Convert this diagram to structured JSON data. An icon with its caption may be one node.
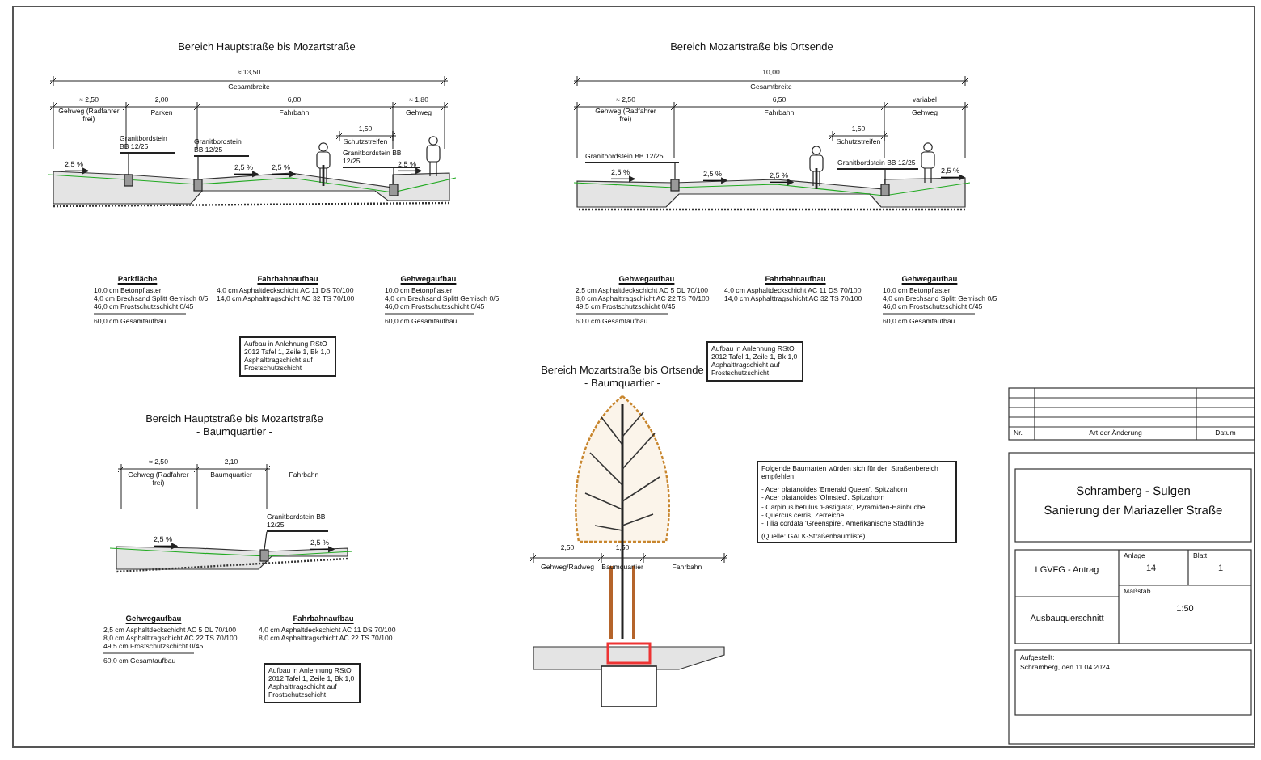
{
  "diagram": {
    "nodes": [
      {
        "text": [
          "Aufbau in Anlehnung RStO 2012 Tafel 1, Zeile 1, Bk 1,0 Asphalttragschicht auf Frostschutzschicht"
        ]
      },
      {
        "text": [
          "Aufbau in Anlehnung RStO 2012 Tafel 1, Zeile 1, Bk 1,0 Asphalttragschicht auf Frostschutzschicht"
        ]
      },
      {
        "text": [
          "Aufbau in Anlehnung RStO 2012 Tafel 1, Zeile 1, Bk 1,0 Asphalttragschicht auf Frostschutzschicht"
        ]
      },
      {
        "text": [
          "Folgende Baumarten würden sich für den Straßenbereich empfehlen:",
          "- Acer platanoides 'Emerald Queen', Spitzahorn",
          "- Acer platanoides 'Olmsted', Spitzahorn",
          "- Carpinus betulus 'Fastigiata', Pyramiden-Hainbuche",
          "- Quercus cerris, Zerreiche",
          "- Tilia cordata 'Greenspire', Amerikanische Stadtlinde",
          "(Quelle: GALK-Straßenbaumliste)"
        ]
      },
      {
        "text": [
          "Granitbordstein BB 12/25"
        ]
      },
      {
        "text": [],
        "shape": "box"
      },
      {
        "text": [
          "Granitbordstein BB 12/25"
        ]
      },
      {
        "text": [],
        "shape": "box"
      },
      {
        "text": [
          "Granitbordstein BB 12/25"
        ]
      },
      {
        "text": [],
        "shape": "box"
      },
      {
        "text": [
          "Granitbordstein BB 12/25"
        ]
      },
      {
        "text": [],
        "shape": "box"
      },
      {
        "text": [
          "Granitbordstein BB 12/25"
        ]
      },
      {
        "text": [],
        "shape": "box"
      },
      {
        "text": [
          "Granitbordstein BB 12/25"
        ]
      },
      {
        "text": [],
        "shape": "box"
      }
    ],
    "edges": [
      {
        "from": 4,
        "to": 5,
        "arrow": "none"
      },
      {
        "from": 6,
        "to": 7,
        "arrow": "none"
      },
      {
        "from": 8,
        "to": 9,
        "arrow": "none"
      },
      {
        "from": 10,
        "to": 11,
        "arrow": "none"
      },
      {
        "from": 12,
        "to": 13,
        "arrow": "none"
      },
      {
        "from": 14,
        "to": 15,
        "arrow": "none"
      }
    ],
    "labels": [
      "Bereich Hauptstraße bis Mozartstraße",
      "≈ 13,50",
      "Gesamtbreite",
      "≈ 2,50",
      "Gehweg (Radfahrer frei)",
      "2,00",
      "Parken",
      "6,00",
      "Fahrbahn",
      "≈ 1,80",
      "Gehweg",
      "1,50",
      "Schutzstreifen",
      "2,5 %",
      "2,5 %",
      "2,5 %",
      "2,5 %",
      "Parkfläche",
      "10,0 cm Betonpflaster",
      "4,0 cm Brechsand Splitt Gemisch 0/5",
      "46,0 cm Frostschutzschicht 0/45",
      "60,0 cm Gesamtaufbau",
      "Fahrbahnaufbau",
      "4,0 cm Asphaltdeckschicht AC 11 DS 70/100",
      "14,0 cm Asphalttragschicht AC 32 TS 70/100",
      "Gehwegaufbau",
      "10,0 cm Betonpflaster",
      "4,0 cm Brechsand Splitt Gemisch 0/5",
      "46,0 cm Frostschutzschicht 0/45",
      "60,0 cm Gesamtaufbau",
      "Bereich Mozartstraße bis Ortsende",
      "10,00",
      "Gesamtbreite",
      "≈ 2,50",
      "Gehweg (Radfahrer frei)",
      "6,50",
      "Fahrbahn",
      "variabel",
      "Gehweg",
      "1,50",
      "Schutzstreifen",
      "2,5 %",
      "2,5 %",
      "2,5 %",
      "2,5 %",
      "Gehwegaufbau",
      "2,5 cm Asphaltdeckschicht AC 5 DL 70/100",
      "8,0 cm Asphalttragschicht AC 22 TS 70/100",
      "49,5 cm Frostschutzschicht 0/45",
      "60,0 cm Gesamtaufbau",
      "Fahrbahnaufbau",
      "4,0 cm Asphaltdeckschicht AC 11 DS 70/100",
      "14,0 cm Asphalttragschicht AC 32 TS 70/100",
      "Gehwegaufbau",
      "10,0 cm Betonpflaster",
      "4,0 cm Brechsand Splitt Gemisch 0/5",
      "46,0 cm Frostschutzschicht 0/45",
      "60,0 cm Gesamtaufbau",
      "Bereich Hauptstraße bis Mozartstraße",
      "- Baumquartier -",
      "≈ 2,50",
      "Gehweg (Radfahrer frei)",
      "2,10",
      "Baumquartier",
      "Fahrbahn",
      "2,5 %",
      "2,5 %",
      "Gehwegaufbau",
      "2,5 cm Asphaltdeckschicht AC 5 DL 70/100",
      "8,0 cm Asphalttragschicht AC 22 TS 70/100",
      "49,5 cm Frostschutzschicht 0/45",
      "60,0 cm Gesamtaufbau",
      "Fahrbahnaufbau",
      "4,0 cm Asphaltdeckschicht AC 11 DS 70/100",
      "8,0 cm Asphalttragschicht AC 22 TS 70/100",
      "Bereich Mozartstraße bis Ortsende",
      "- Baumquartier -",
      "2,50",
      "Gehweg/Radweg",
      "1,50",
      "Baumquartier",
      "Fahrbahn",
      "Nr.",
      "Art der Änderung",
      "Datum",
      "Schramberg - Sulgen",
      "Sanierung der Mariazeller Straße",
      "LGVFG - Antrag",
      "Ausbauquerschnitt",
      "Anlage",
      "14",
      "Blatt",
      "1",
      "Maßstab",
      "1:50",
      "Aufgestellt:",
      "Schramberg, den 11.04.2024"
    ]
  }
}
